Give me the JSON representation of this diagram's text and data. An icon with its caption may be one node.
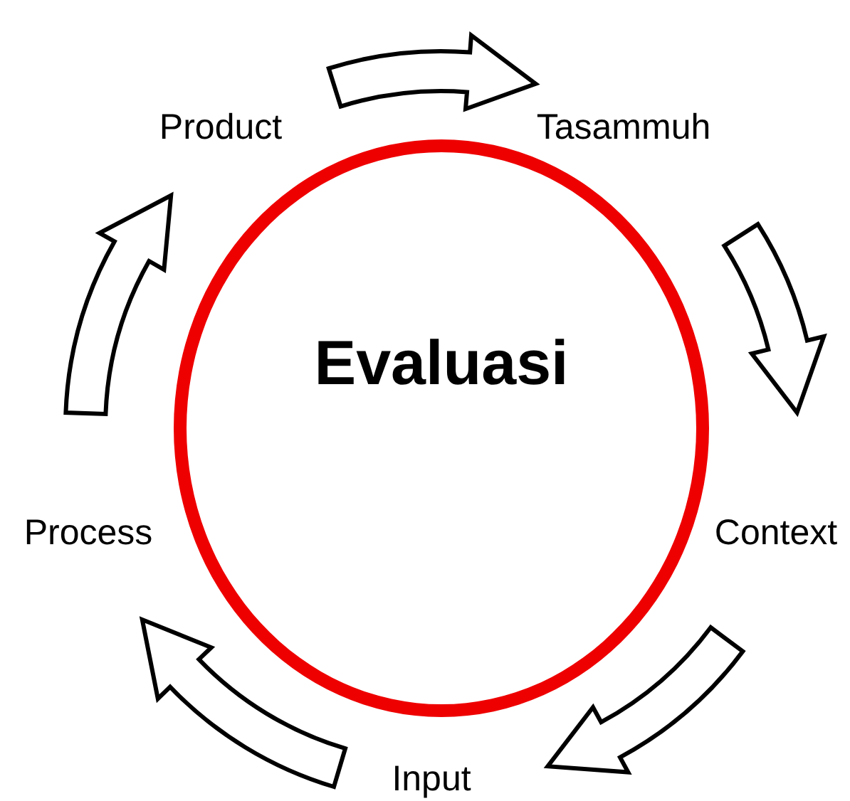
{
  "diagram": {
    "nodes": [
      {
        "text": [
          "Evaluasi"
        ]
      },
      {
        "text": [
          "Tasammuh"
        ]
      },
      {
        "text": [
          "Context"
        ]
      },
      {
        "text": [
          "Input"
        ]
      },
      {
        "text": [
          "Process"
        ]
      },
      {
        "text": [
          "Product"
        ]
      }
    ],
    "edges": [
      {
        "from": 5,
        "to": 1,
        "arrow": "to"
      },
      {
        "from": 1,
        "to": 2,
        "arrow": "to"
      },
      {
        "from": 2,
        "to": 3,
        "arrow": "to"
      },
      {
        "from": 3,
        "to": 4,
        "arrow": "to"
      },
      {
        "from": 4,
        "to": 5,
        "arrow": "to"
      }
    ]
  }
}
